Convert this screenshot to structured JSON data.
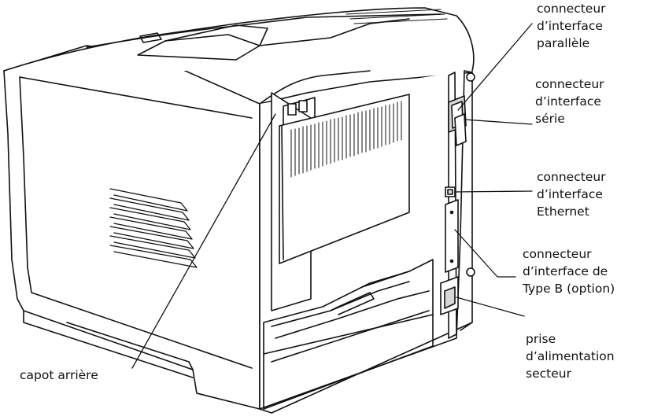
{
  "labels": {
    "parallel": [
      "connecteur",
      "d’interface",
      "parallèle"
    ],
    "serial": [
      "connecteur",
      "d’interface",
      "série"
    ],
    "ethernet": [
      "connecteur",
      "d’interface",
      "Ethernet"
    ],
    "typeb": [
      "connecteur",
      "d’interface de",
      "Type B (option)"
    ],
    "power": [
      "prise",
      "d’alimentation",
      "secteur"
    ],
    "rear_cover": "capot arrière"
  },
  "colors": {
    "line": "#111111",
    "body": "#ffffff",
    "shade": "#d8d8d8"
  }
}
